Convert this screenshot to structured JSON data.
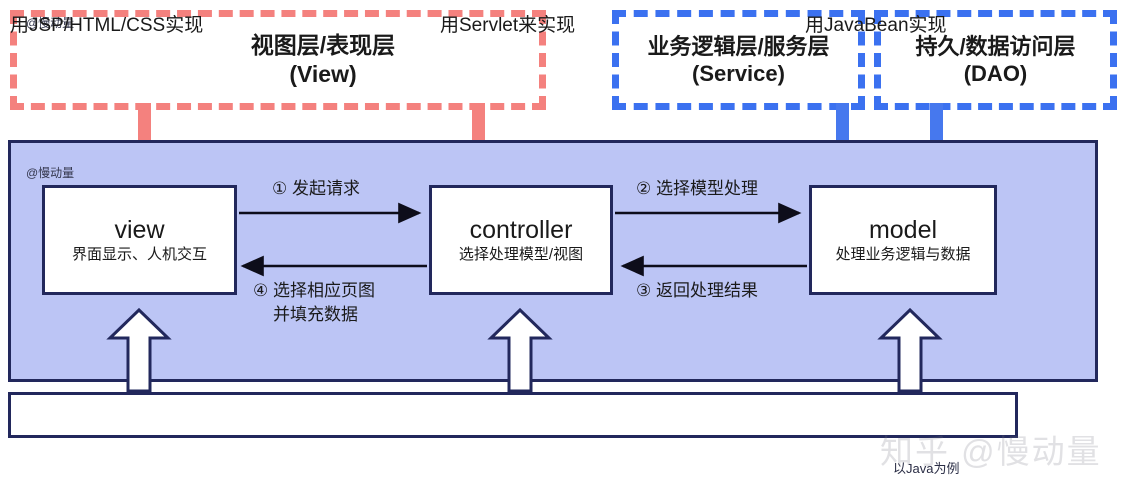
{
  "layers": [
    {
      "id": "view",
      "line1": "视图层/表现层",
      "line2": "(View)",
      "color": "#f4817e"
    },
    {
      "id": "service",
      "line1": "业务逻辑层/服务层",
      "line2": "(Service)",
      "color": "#3b71f0"
    },
    {
      "id": "dao",
      "line1": "持久/数据访问层",
      "line2": "(DAO)",
      "color": "#3b71f0"
    }
  ],
  "panel": {
    "tag_top": "@慢动量",
    "tag_outer": "@慢动量",
    "background": "#bcc5f5",
    "border": "#22285c"
  },
  "components": [
    {
      "id": "view",
      "title": "view",
      "subtitle": "界面显示、人机交互"
    },
    {
      "id": "controller",
      "title": "controller",
      "subtitle": "选择处理模型/视图"
    },
    {
      "id": "model",
      "title": "model",
      "subtitle": "处理业务逻辑与数据"
    }
  ],
  "flows": [
    {
      "id": "f1",
      "text": "① 发起请求"
    },
    {
      "id": "f2",
      "text": "② 选择模型处理"
    },
    {
      "id": "f3",
      "text": "③ 返回处理结果"
    },
    {
      "id": "f4a",
      "text": "④ 选择相应页图"
    },
    {
      "id": "f4b",
      "text": "并填充数据"
    }
  ],
  "implementations": [
    {
      "id": "view",
      "text": "用JSP/HTML/CSS实现"
    },
    {
      "id": "controller",
      "text": "用Servlet来实现"
    },
    {
      "id": "model",
      "text": "用JavaBean实现"
    }
  ],
  "example_note": "以Java为例",
  "watermark": "知乎 @慢动量"
}
